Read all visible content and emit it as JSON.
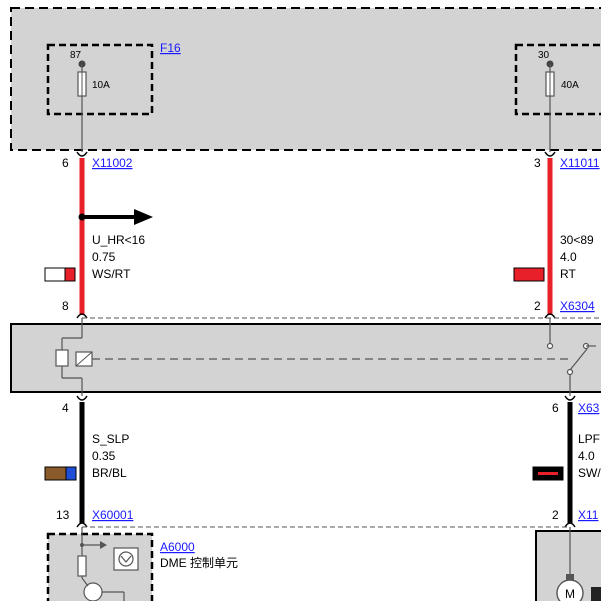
{
  "fuse_box": {
    "label": "F16"
  },
  "fuses": [
    {
      "pin": "87",
      "rating": "10A"
    },
    {
      "pin": "30",
      "rating": "40A"
    }
  ],
  "connectors": {
    "top_left": {
      "pin": "6",
      "name": "X11002"
    },
    "top_right": {
      "pin": "3",
      "name": "X11011"
    },
    "mid_left": {
      "pin": "8"
    },
    "mid_right": {
      "pin": "2",
      "name": "X6304"
    },
    "relay_left_pin": "4",
    "relay_right": {
      "pin": "6",
      "name": "X63"
    },
    "bottom_left": {
      "pin": "13",
      "name": "X60001"
    },
    "bottom_right": {
      "pin": "2",
      "name": "X11"
    }
  },
  "wires": [
    {
      "signal": "U_HR<16",
      "gauge": "0.75",
      "color_code": "WS/RT",
      "primary": "#ffffff",
      "stripe": "#e8202a"
    },
    {
      "signal": "30<89",
      "gauge": "4.0",
      "color_code": "RT",
      "primary": "#e8202a",
      "stripe": "#e8202a"
    },
    {
      "signal": "S_SLP",
      "gauge": "0.35",
      "color_code": "BR/BL",
      "primary": "#8b5a2b",
      "stripe": "#1f4fd8"
    },
    {
      "signal": "LPF",
      "gauge": "4.0",
      "color_code": "SW/",
      "primary": "#000000",
      "stripe": "#e8202a"
    }
  ],
  "module": {
    "name": "A6000",
    "description": "DME 控制单元"
  },
  "motor": {
    "symbol": "M"
  },
  "colors": {
    "panel": "#d3d3d3",
    "red_wire": "#e8202a",
    "black_wire": "#000000",
    "link": "#1a1aff"
  }
}
